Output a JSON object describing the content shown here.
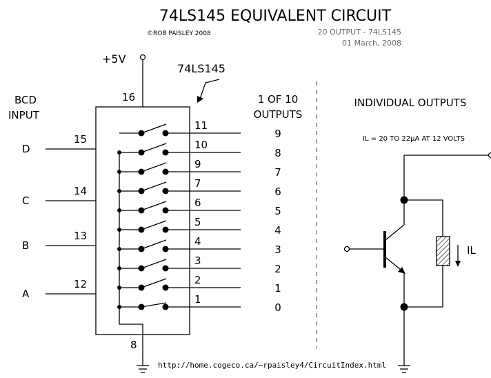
{
  "header": {
    "title": "74LS145 EQUIVALENT CIRCUIT",
    "copyright": "©ROB PAISLEY 2008",
    "subtitle_line1": "20 OUTPUT - 74LS145",
    "subtitle_line2": "01 March, 2008"
  },
  "chip": {
    "supply_label": "+5V",
    "part_label": "74LS145",
    "vcc_pin": "16",
    "gnd_pin": "8"
  },
  "inputs": {
    "heading_line1": "BCD",
    "heading_line2": "INPUT",
    "items": [
      {
        "name": "D",
        "pin": "15"
      },
      {
        "name": "C",
        "pin": "14"
      },
      {
        "name": "B",
        "pin": "13"
      },
      {
        "name": "A",
        "pin": "12"
      }
    ]
  },
  "outputs": {
    "heading_line1": "1 OF 10",
    "heading_line2": "OUTPUTS",
    "items": [
      {
        "pin": "11",
        "index": "9"
      },
      {
        "pin": "10",
        "index": "8"
      },
      {
        "pin": "9",
        "index": "7"
      },
      {
        "pin": "7",
        "index": "6"
      },
      {
        "pin": "6",
        "index": "5"
      },
      {
        "pin": "5",
        "index": "4"
      },
      {
        "pin": "4",
        "index": "3"
      },
      {
        "pin": "3",
        "index": "2"
      },
      {
        "pin": "2",
        "index": "1"
      },
      {
        "pin": "1",
        "index": "0"
      }
    ]
  },
  "individual": {
    "heading": "INDIVIDUAL OUTPUTS",
    "current_note": "IL = 20 TO 22µA AT 12 VOLTS",
    "current_label": "IL"
  },
  "footer": {
    "url": "http://home.cogeco.ca/~rpaisley4/CircuitIndex.html"
  }
}
